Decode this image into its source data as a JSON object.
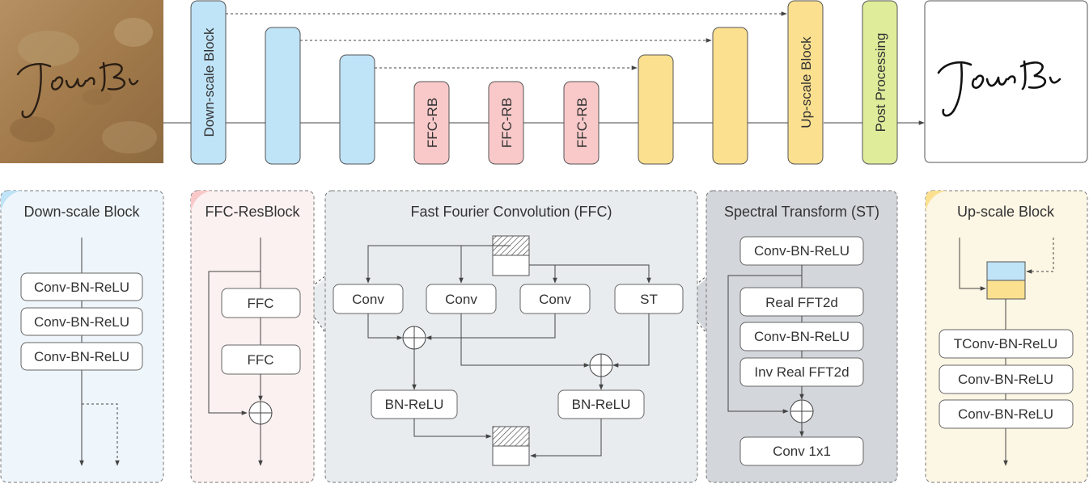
{
  "top": {
    "input_signature_text": "Jour Bi",
    "output_signature_text": "Jour Bi",
    "blocks": {
      "downscale": "Down-scale Block",
      "ffc_rb_1": "FFC-RB",
      "ffc_rb_2": "FFC-RB",
      "ffc_rb_3": "FFC-RB",
      "upscale": "Up-scale Block",
      "post": "Post Processing"
    }
  },
  "panels": {
    "downscale": {
      "title": "Down-scale Block",
      "items": [
        "Conv-BN-ReLU",
        "Conv-BN-ReLU",
        "Conv-BN-ReLU"
      ]
    },
    "ffc_resblock": {
      "title": "FFC-ResBlock",
      "items": [
        "FFC",
        "FFC"
      ]
    },
    "ffc": {
      "title": "Fast Fourier Convolution (FFC)",
      "conv_1": "Conv",
      "conv_2": "Conv",
      "conv_3": "Conv",
      "st": "ST",
      "bn_relu_1": "BN-ReLU",
      "bn_relu_2": "BN-ReLU"
    },
    "st": {
      "title": "Spectral Transform (ST)",
      "items": [
        "Conv-BN-ReLU",
        "Real FFT2d",
        "Conv-BN-ReLU",
        "Inv Real FFT2d",
        "Conv 1x1"
      ]
    },
    "upscale": {
      "title": "Up-scale Block",
      "items": [
        "TConv-BN-ReLU",
        "Conv-BN-ReLU",
        "Conv-BN-ReLU"
      ]
    }
  },
  "colors": {
    "blue_block": "#bfe3f7",
    "red_block": "#f9c9c9",
    "yellow_block": "#fbe08f",
    "green_block": "#dfec9a",
    "panel_blue_bg": "#eff6fb",
    "panel_red_bg": "#fcf1f1",
    "panel_gray_bg": "#e8ecef",
    "panel_dark_bg": "#d3d6db",
    "panel_yellow_bg": "#fcf6e4",
    "parchment": "#a88152"
  }
}
